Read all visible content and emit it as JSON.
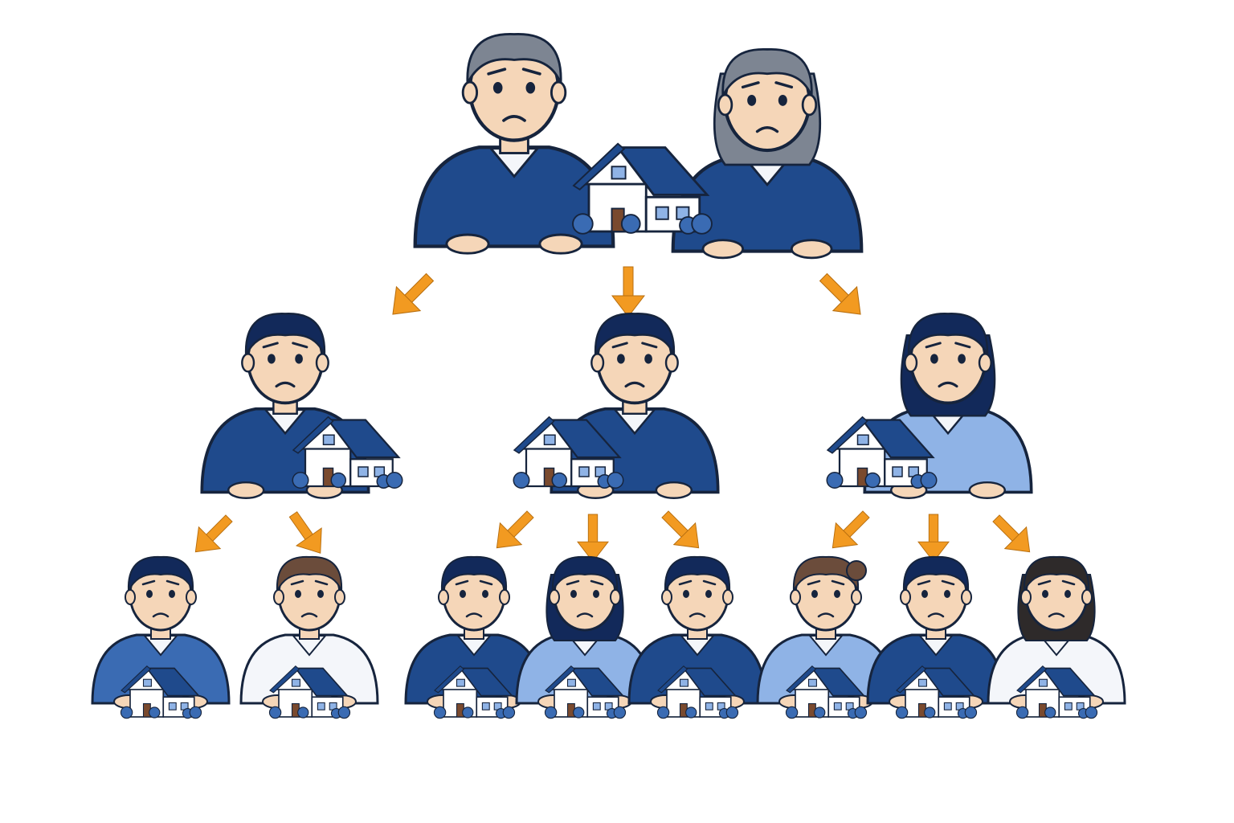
{
  "colors": {
    "navy": "#1f4a8c",
    "navy_dark": "#153a73",
    "mid_blue": "#3a6bb3",
    "light_blue": "#8fb3e6",
    "white_shirt": "#f4f6fa",
    "outline": "#16243d",
    "skin": "#f5d6b8",
    "hair_gray": "#7d8592",
    "hair_dark": "#12295a",
    "hair_brown": "#6b4c3b",
    "hair_black": "#2e2a2a",
    "arrow": "#f29a21",
    "house_wall": "#ffffff",
    "house_roof": "#1f4a8c",
    "door": "#7a4a2e"
  },
  "tree": {
    "root": {
      "members": [
        "grandfather",
        "grandmother"
      ],
      "holds": "house-icon",
      "mood": "worried"
    },
    "children": [
      {
        "member": "son",
        "shirt": "navy",
        "hair": "hair_dark",
        "children": [
          {
            "member": "grandson",
            "shirt": "mid_blue",
            "hair": "hair_dark"
          },
          {
            "member": "granddaughter",
            "shirt": "white_shirt",
            "hair": "hair_brown"
          }
        ]
      },
      {
        "member": "son",
        "shirt": "navy",
        "hair": "hair_dark",
        "children": [
          {
            "member": "grandson",
            "shirt": "navy",
            "hair": "hair_dark"
          },
          {
            "member": "granddaughter",
            "shirt": "light_blue",
            "hair": "hair_dark"
          },
          {
            "member": "grandson",
            "shirt": "navy",
            "hair": "hair_dark"
          }
        ]
      },
      {
        "member": "daughter",
        "shirt": "light_blue",
        "hair": "hair_dark",
        "children": [
          {
            "member": "granddaughter",
            "shirt": "light_blue",
            "hair": "hair_brown"
          },
          {
            "member": "grandson",
            "shirt": "navy",
            "hair": "hair_dark"
          },
          {
            "member": "granddaughter",
            "shirt": "white_shirt",
            "hair": "hair_black"
          }
        ]
      }
    ]
  }
}
